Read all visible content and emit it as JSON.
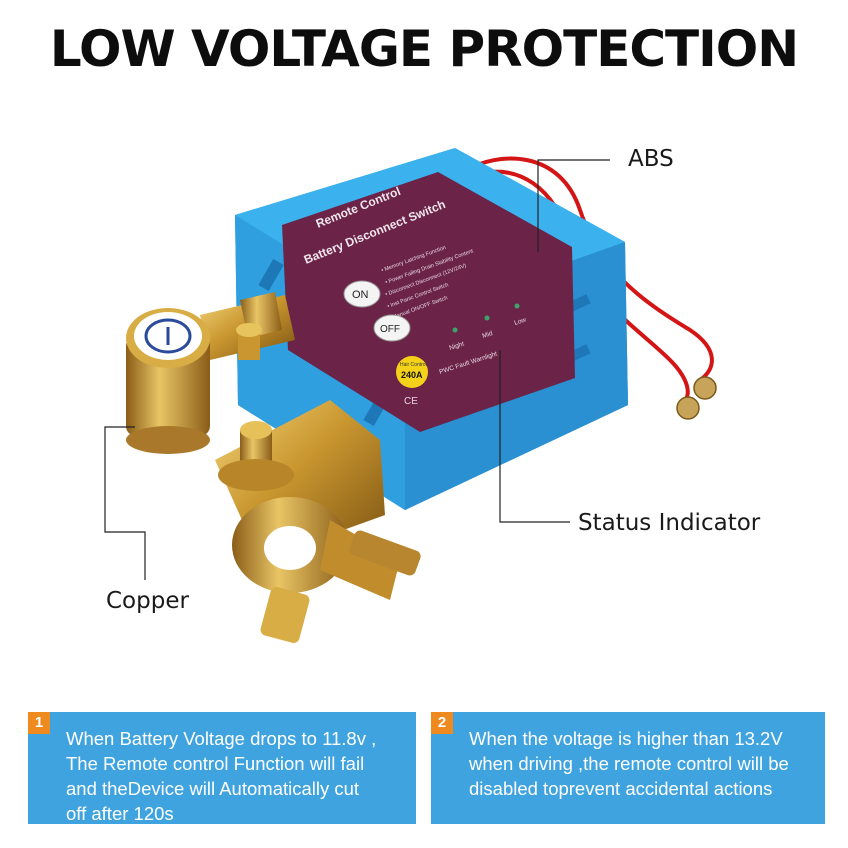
{
  "title": "LOW VOLTAGE PROTECTION",
  "callouts": {
    "abs": "ABS",
    "status_indicator": "Status Indicator",
    "copper": "Copper"
  },
  "device": {
    "header_line1": "Remote Control",
    "header_line2": "Battery Disconnect Switch",
    "features": [
      "• Memory Latching Function",
      "• Power Failing Drain Stability Content",
      "• Disconnect Disconnect (12V/24V)",
      "• Inst Panic Control Switch",
      "• Manual ON/OFF Switch"
    ],
    "on_label": "ON",
    "off_label": "OFF",
    "indicator_labels": [
      "Night",
      "Mid",
      "Low"
    ],
    "indicator_sub": "PWC Fault Warnlight",
    "badge_top": "Hair Control",
    "badge_value": "240A",
    "ce_mark": "CE"
  },
  "info": [
    {
      "number": "1",
      "lines": [
        "When Battery Voltage drops to 11.8v ,",
        "The Remote control Function will fail",
        "and theDevice will Automatically cut",
        "off after 120s"
      ]
    },
    {
      "number": "2",
      "lines": [
        "When the voltage is higher than 13.2V",
        "when driving ,the remote control will be",
        "disabled toprevent accidental actions"
      ]
    }
  ],
  "colors": {
    "box_blue": "#3fa3e0",
    "badge_orange": "#ef8a1f",
    "device_blue": "#35a2dc",
    "panel_purple": "#6b2448",
    "brass": "#c9962f",
    "wire_red": "#d41515"
  }
}
